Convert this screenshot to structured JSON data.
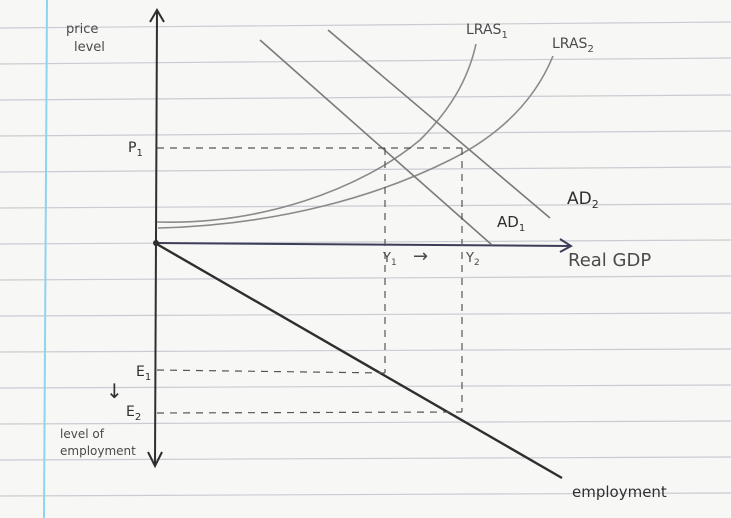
{
  "paper": {
    "rule_color": "#c9ccd1",
    "margin_color": "#8fd3f0",
    "ink_color": "#2f2f2f",
    "curve_color": "#8a8a8a"
  },
  "labels": {
    "y_axis": [
      "price",
      "level"
    ],
    "x_axis": "Real GDP",
    "lower_axis": [
      "level of",
      "employment"
    ],
    "employment_line": "employment",
    "lras1": "LRAS",
    "lras1_sub": "1",
    "lras2": "LRAS",
    "lras2_sub": "2",
    "ad1": "AD",
    "ad1_sub": "1",
    "ad2": "AD",
    "ad2_sub": "2",
    "p1": "P",
    "p1_sub": "1",
    "y1": "Y",
    "y1_sub": "1",
    "y2": "Y",
    "y2_sub": "2",
    "shift_arrow": "→",
    "e1": "E",
    "e1_sub": "1",
    "e2": "E",
    "e2_sub": "2",
    "down_arrow": "↓"
  }
}
